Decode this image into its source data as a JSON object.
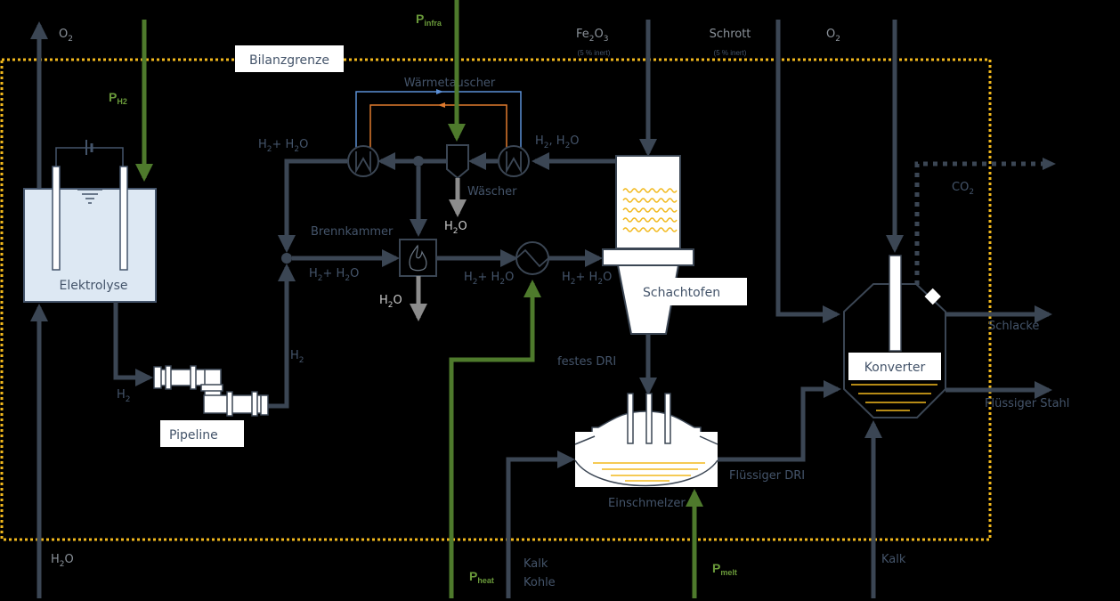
{
  "title": "Bilanzgrenze",
  "colors": {
    "background": "#000000",
    "stream": "#3b4654",
    "power": "#4e7a2c",
    "boundary": "#f2b91d",
    "heat_cold": "#5b8fd6",
    "heat_hot": "#e07a2e",
    "water_out": "#8c8c8c",
    "unit_fill": "#ffffff",
    "electrolyte": "#dde8f3",
    "label": "#44546a"
  },
  "units": {
    "electrolysis": "Elektrolyse",
    "pipeline": "Pipeline",
    "heat_exchanger": "Wärmetauscher",
    "scrubber": "Wäscher",
    "combustion_chamber": "Brennkammer",
    "shaft_furnace": "Schachtofen",
    "smelter": "Einschmelzer",
    "converter": "Konverter"
  },
  "streams": {
    "o2_out": {
      "main": "O",
      "sub": "2"
    },
    "h2o_in": {
      "main": "H",
      "sub": "2",
      "tail": "O"
    },
    "h2_after_elec": {
      "main": "H",
      "sub": "2"
    },
    "h2_to_mix": {
      "main": "H",
      "sub": "2"
    },
    "h2_h2o_recycle": {
      "a": "H",
      "asub": "2",
      "b": "+ H",
      "bsub": "2",
      "c": "O"
    },
    "h2_h2o_mix": {
      "a": "H",
      "asub": "2",
      "b": "+ H",
      "bsub": "2",
      "c": "O"
    },
    "h2_h2o_burner": {
      "a": "H",
      "asub": "2",
      "b": "+ H",
      "bsub": "2",
      "c": "O"
    },
    "h2_h2o_heater": {
      "a": "H",
      "asub": "2",
      "b": "+ H",
      "bsub": "2",
      "c": "O"
    },
    "topgas": {
      "a": "H",
      "asub": "2",
      "b": ", H",
      "bsub": "2",
      "c": "O"
    },
    "h2o_scrubber": {
      "main": "H",
      "sub": "2",
      "tail": "O"
    },
    "h2o_burner": {
      "main": "H",
      "sub": "2",
      "tail": "O"
    },
    "fe2o3": {
      "main": "Fe",
      "sub": "2",
      "tail": "O",
      "sub2": "3",
      "note": "(5 % inert)"
    },
    "scrap": {
      "main": "Schrott",
      "note": "(5 % inert)"
    },
    "o2_converter": {
      "main": "O",
      "sub": "2"
    },
    "co2": {
      "main": "CO",
      "sub": "2"
    },
    "solid_dri": "festes DRI",
    "liquid_dri": "Flüssiger DRI",
    "slag": "Schlacke",
    "liquid_steel": "Flüssiger Stahl",
    "lime_coal_1": "Kalk",
    "lime_coal_2": "Kohle",
    "lime_conv": "Kalk"
  },
  "power": {
    "h2": {
      "main": "P",
      "sub": "H2"
    },
    "infra": {
      "main": "P",
      "sub": "infra"
    },
    "heat": {
      "main": "P",
      "sub": "heat"
    },
    "melt": {
      "main": "P",
      "sub": "melt"
    }
  }
}
